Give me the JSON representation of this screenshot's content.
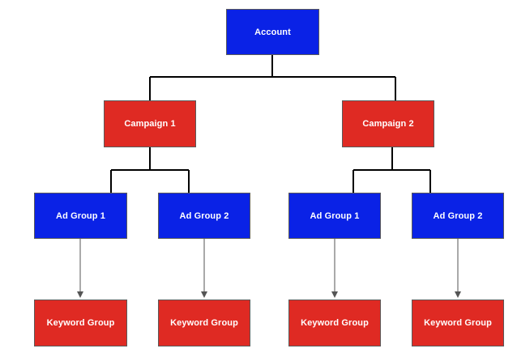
{
  "diagram": {
    "account": {
      "label": "Account"
    },
    "campaigns": [
      {
        "label": "Campaign 1"
      },
      {
        "label": "Campaign 2"
      }
    ],
    "ad_groups": [
      {
        "label": "Ad Group 1"
      },
      {
        "label": "Ad Group 2"
      },
      {
        "label": "Ad Group 1"
      },
      {
        "label": "Ad Group 2"
      }
    ],
    "keyword_groups": [
      {
        "label": "Keyword Group"
      },
      {
        "label": "Keyword Group"
      },
      {
        "label": "Keyword Group"
      },
      {
        "label": "Keyword Group"
      }
    ],
    "colors": {
      "blue_node": "#0a22e6",
      "red_node": "#df2a23",
      "connector": "#000000",
      "arrow": "#555555"
    }
  }
}
